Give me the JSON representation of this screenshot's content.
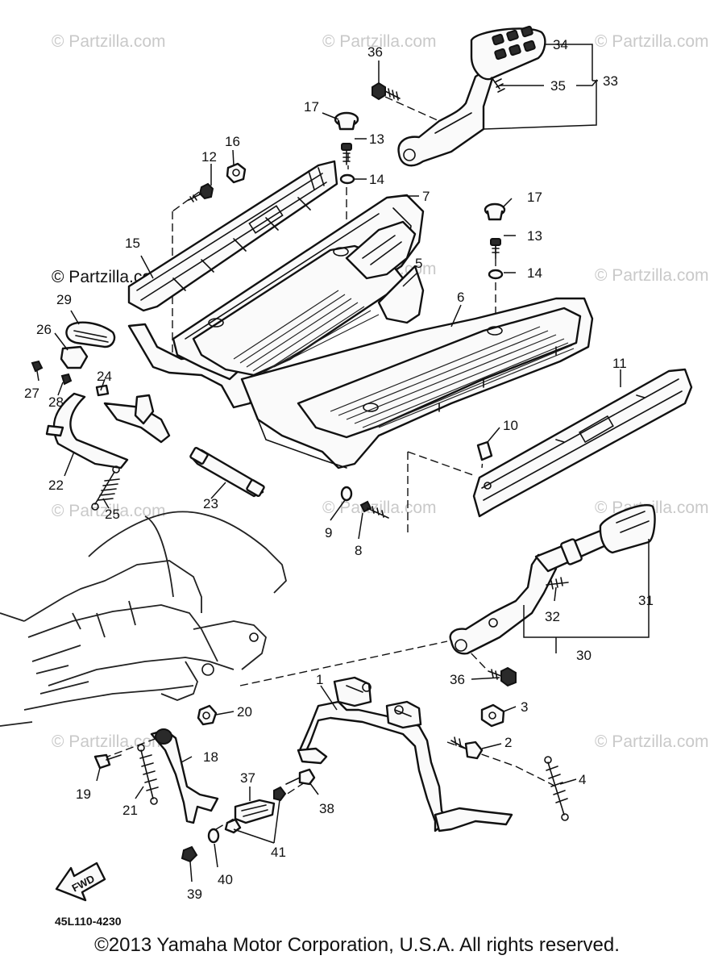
{
  "watermarks": [
    "© Partzilla.com",
    "© Partzilla.com",
    "© Partzilla.com",
    "© Partzilla.com",
    "© Partzilla.com",
    "© Partzilla.com",
    "© Partzilla.com",
    "© Partzilla.com",
    "© Partzilla.com",
    "© Partzilla.com",
    "© Partzilla.com"
  ],
  "callouts": {
    "c1": "1",
    "c2": "2",
    "c3": "3",
    "c4": "4",
    "c5": "5",
    "c6": "6",
    "c7": "7",
    "c8": "8",
    "c9": "9",
    "c10": "10",
    "c11": "11",
    "c12": "12",
    "c13a": "13",
    "c13b": "13",
    "c14a": "14",
    "c14b": "14",
    "c15": "15",
    "c16": "16",
    "c17a": "17",
    "c17b": "17",
    "c18": "18",
    "c19": "19",
    "c20": "20",
    "c21": "21",
    "c22": "22",
    "c23": "23",
    "c24": "24",
    "c25": "25",
    "c26": "26",
    "c27": "27",
    "c28": "28",
    "c29": "29",
    "c30": "30",
    "c31": "31",
    "c32": "32",
    "c33": "33",
    "c34": "34",
    "c35": "35",
    "c36a": "36",
    "c36b": "36",
    "c37": "37",
    "c38": "38",
    "c39": "39",
    "c40": "40",
    "c41": "41"
  },
  "fwd_label": "FWD",
  "diagram_code": "45L110-4230",
  "copyright": "©2013 Yamaha Motor Corporation, U.S.A. All rights reserved."
}
